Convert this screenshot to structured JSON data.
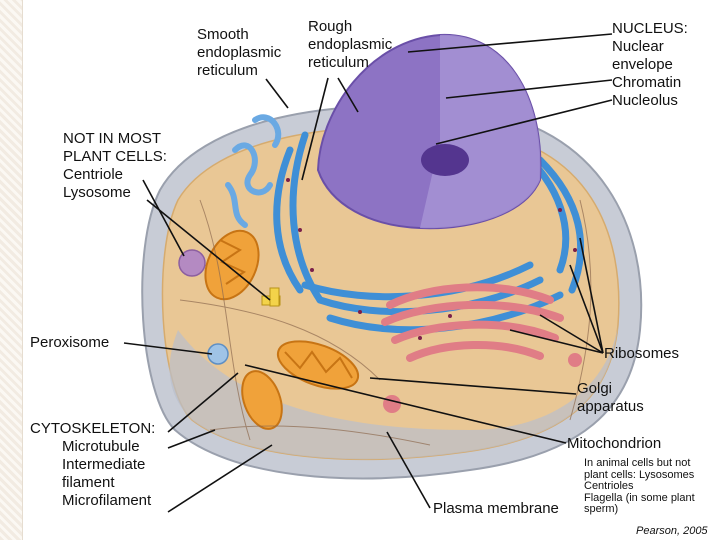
{
  "labels": {
    "smooth_er": [
      "Smooth",
      "endoplasmic",
      "reticulum"
    ],
    "rough_er": [
      "Rough",
      "endoplasmic",
      "reticulum"
    ],
    "nucleus": [
      "NUCLEUS:",
      "Nuclear",
      "envelope",
      "Chromatin",
      "Nucleolus"
    ],
    "not_in_plant": [
      "NOT IN MOST",
      "PLANT CELLS:",
      "Centriole",
      "Lysosome"
    ],
    "peroxisome": "Peroxisome",
    "ribosomes": "Ribosomes",
    "golgi": [
      "Golgi",
      "apparatus"
    ],
    "cytoskeleton": [
      "CYTOSKELETON:",
      "Microtubule",
      "Intermediate",
      "filament",
      "Microfilament"
    ],
    "mitochondrion": "Mitochondrion",
    "plasma_membrane": "Plasma membrane",
    "note": [
      "In animal cells but not",
      "plant cells: Lysosomes",
      "Centrioles",
      "Flagella (in some plant",
      "sperm)"
    ],
    "credit": "Pearson, 2005"
  },
  "colors": {
    "membrane": "#c8ccd6",
    "cytoplasm": "#e9c795",
    "rough_er": "#3f8fd6",
    "smooth_er": "#6aa9e3",
    "nucleus": "#8d73c4",
    "nucleolus": "#54358f",
    "golgi": "#e07d86",
    "mitochondrion": "#f0a23a",
    "lysosome": "#b48ac2",
    "peroxisome": "#9fc3e6"
  }
}
